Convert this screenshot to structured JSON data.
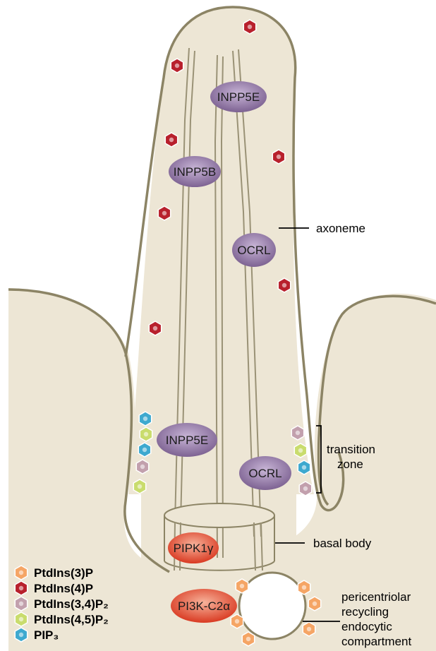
{
  "colors": {
    "cytoplasm": "#ede6d5",
    "outline": "#8c8465",
    "microtubule": "#9a9276",
    "enzyme_purple": "#8a6d9d",
    "enzyme_purple_light": "#b9a3c8",
    "enzyme_red": "#e34a30",
    "enzyme_red_light": "#f39b7f",
    "PtdIns3P": "#f5a565",
    "PtdIns4P": "#b8202c",
    "PtdIns34P2": "#c2a0ad",
    "PtdIns45P2": "#c9dc6d",
    "PIP3": "#3ea9cf"
  },
  "enzymes": {
    "inpp5e_top": "INPP5E",
    "inpp5b": "INPP5B",
    "ocrl_top": "OCRL",
    "inpp5e_tz": "INPP5E",
    "ocrl_tz": "OCRL",
    "pipk1g": "PIPK1γ",
    "pi3k": "PI3K-C2α"
  },
  "callouts": {
    "axoneme": "axoneme",
    "transition_zone_line1": "transition",
    "transition_zone_line2": "zone",
    "basal_body": "basal body",
    "pericentriolar_line1": "pericentriolar",
    "pericentriolar_line2": "recycling",
    "pericentriolar_line3": "endocytic",
    "pericentriolar_line4": "compartment"
  },
  "legend": [
    {
      "label": "PtdIns(3)P",
      "color_key": "PtdIns3P",
      "icon": "hexagon-icon"
    },
    {
      "label": "PtdIns(4)P",
      "color_key": "PtdIns4P",
      "icon": "hexagon-icon"
    },
    {
      "label": "PtdIns(3,4)P₂",
      "color_key": "PtdIns34P2",
      "icon": "hexagon-icon"
    },
    {
      "label": "PtdIns(4,5)P₂",
      "color_key": "PtdIns45P2",
      "icon": "hexagon-icon"
    },
    {
      "label": "PIP₃",
      "color_key": "PIP3",
      "icon": "hexagon-icon"
    }
  ]
}
